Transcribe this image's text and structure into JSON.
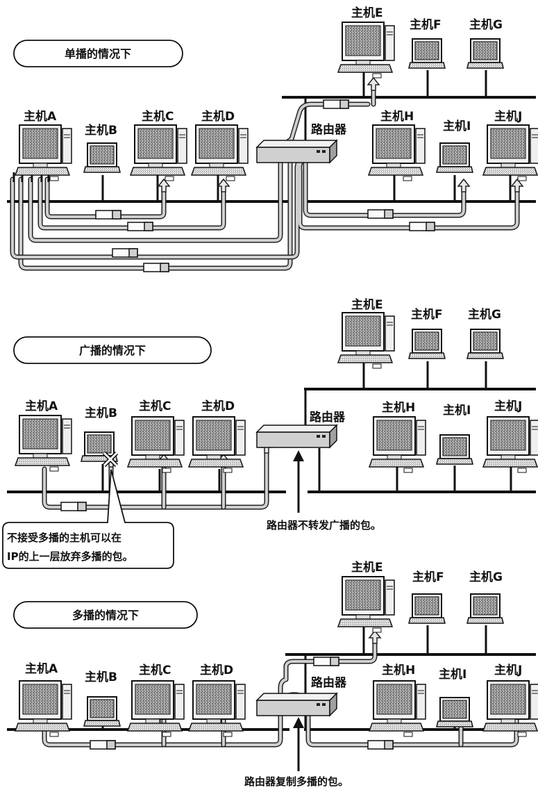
{
  "sections": [
    {
      "id": "unicast",
      "title": "单播的情况下",
      "hosts": {
        "A": "主机A",
        "B": "主机B",
        "C": "主机C",
        "D": "主机D",
        "E": "主机E",
        "F": "主机F",
        "G": "主机G",
        "H": "主机H",
        "I": "主机I",
        "J": "主机J"
      },
      "router": "路由器"
    },
    {
      "id": "broadcast",
      "title": "广播的情况下",
      "hosts": {
        "A": "主机A",
        "B": "主机B",
        "C": "主机C",
        "D": "主机D",
        "E": "主机E",
        "F": "主机F",
        "G": "主机G",
        "H": "主机H",
        "I": "主机I",
        "J": "主机J"
      },
      "router": "路由器",
      "callout_line1": "不接受多播的主机可以在",
      "callout_line2": "IP的上一层放弃多播的包。",
      "router_note": "路由器不转发广播的包。"
    },
    {
      "id": "multicast",
      "title": "多播的情况下",
      "hosts": {
        "A": "主机A",
        "B": "主机B",
        "C": "主机C",
        "D": "主机D",
        "E": "主机E",
        "F": "主机F",
        "G": "主机G",
        "H": "主机H",
        "I": "主机I",
        "J": "主机J"
      },
      "router": "路由器",
      "router_note": "路由器复制多播的包。"
    }
  ],
  "icons": {
    "desktop": "desktop-computer-icon",
    "laptop": "laptop-icon",
    "router": "router-icon",
    "packet": "packet-icon",
    "reject": "x-mark-icon"
  }
}
